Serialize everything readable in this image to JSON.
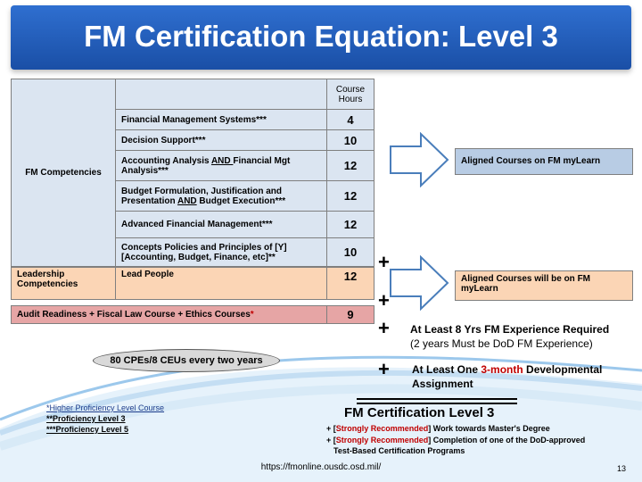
{
  "title": "FM Certification Equation:  Level 3",
  "fm_table": {
    "group_label": "FM Competencies",
    "hours_header": "Course Hours",
    "rows": [
      {
        "course": "Financial Management Systems***",
        "hours": "4"
      },
      {
        "course": "Decision Support***",
        "hours": "10"
      },
      {
        "course_pre": "Accounting Analysis ",
        "course_and": "AND ",
        "course_post": "Financial Mgt Analysis***",
        "hours": "12"
      },
      {
        "course_pre": "Budget Formulation, Justification and Presentation ",
        "course_and": "AND",
        "course_post": " Budget Execution***",
        "hours": "12"
      },
      {
        "course": "Advanced Financial Management***",
        "hours": "12"
      },
      {
        "course": "Concepts Policies and Principles of [Y] [Accounting, Budget, Finance, etc]**",
        "hours": "10"
      }
    ]
  },
  "lead_table": {
    "group_label": "Leadership Competencies",
    "course": "Lead People",
    "hours": "12"
  },
  "audit_table": {
    "course": "Audit Readiness + Fiscal Law Course + Ethics Courses",
    "marker": "*",
    "hours": "9"
  },
  "aligned": {
    "box1": "Aligned Courses on FM myLearn",
    "box2": "Aligned Courses will be on FM myLearn"
  },
  "plus_sign": "+",
  "requirements": {
    "experience_line1": "At Least 8 Yrs FM Experience Required",
    "experience_line2": "(2 years Must be DoD FM Experience)",
    "assignment_pre": "At Least One  ",
    "assignment_red": "3-month",
    "assignment_post": " Developmental",
    "assignment_line2": "Assignment"
  },
  "cpe_text": "80 CPEs/8 CEUs every two years",
  "footnotes": {
    "f1": "*Higher Proficiency Level Course",
    "f2": "**Proficiency Level 3",
    "f3": "***Proficiency Level 5"
  },
  "level_block": {
    "title": "FM Certification Level 3",
    "rec1_pre": "+ [",
    "rec1_red": "Strongly Recommended",
    "rec1_post": "] Work towards Master's Degree",
    "rec2_pre": "+ [",
    "rec2_red": "Strongly Recommended",
    "rec2_post": "] Completion of one of the DoD-approved",
    "rec2_line2": "Test-Based Certification Programs"
  },
  "url": "https://fmonline.ousdc.osd.mil/",
  "page_number": "13",
  "colors": {
    "title_bg": "#1a4fa6",
    "fm_cell": "#dbe5f1",
    "lead_cell": "#fbd5b5",
    "audit_cell": "#e6a5a5",
    "red": "#c00000"
  }
}
